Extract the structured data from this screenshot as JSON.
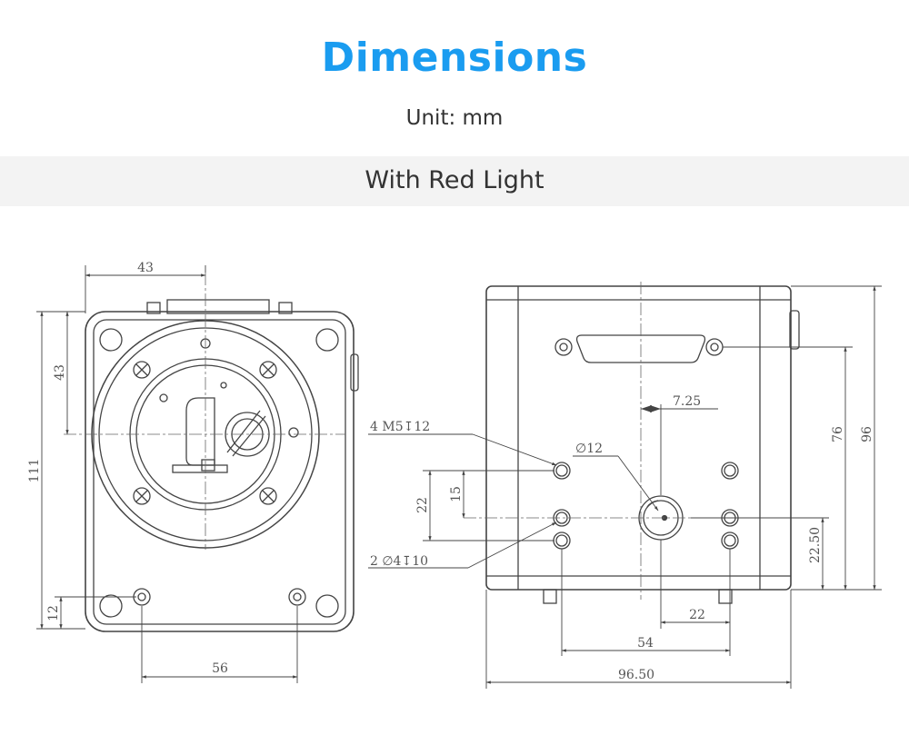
{
  "header": {
    "title": "Dimensions",
    "unit": "Unit: mm",
    "section": "With Red Light"
  },
  "colors": {
    "title": "#1a9cf0",
    "text": "#333333",
    "band": "#f3f3f3",
    "line": "#444444"
  },
  "front_view": {
    "dims": {
      "width_top": "43",
      "height_top": "43",
      "height_total": "111",
      "height_bottom": "12",
      "width_bottom": "56"
    }
  },
  "side_view": {
    "dims": {
      "m5_holes": "4 M5↧12",
      "pin_holes": "2 ∅4↧10",
      "bore": "∅12",
      "offset": "7.25",
      "v22": "22",
      "v15": "15",
      "h76": "76",
      "h96": "96",
      "h22_50": "22.50",
      "w22": "22",
      "w54": "54",
      "w96_50": "96.50"
    }
  }
}
